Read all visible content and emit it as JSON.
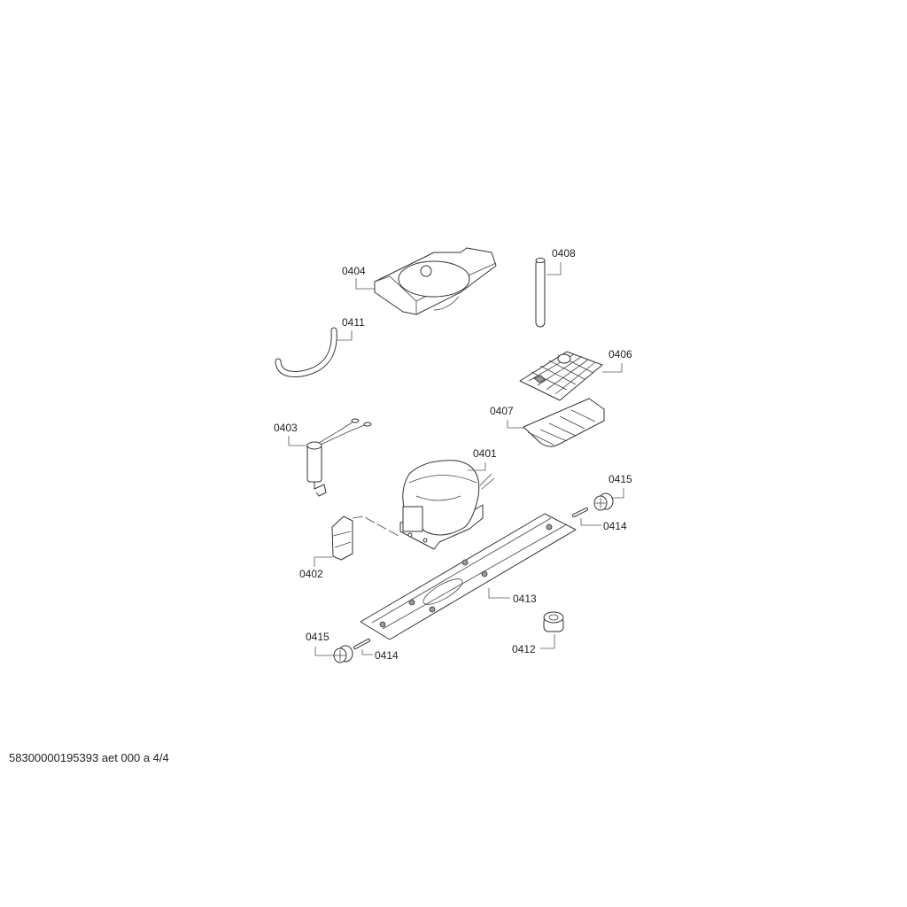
{
  "labels": {
    "p0401": "0401",
    "p0402": "0402",
    "p0403": "0403",
    "p0404": "0404",
    "p0406": "0406",
    "p0407": "0407",
    "p0408": "0408",
    "p0411": "0411",
    "p0412": "0412",
    "p0413": "0413",
    "p0414a": "0414",
    "p0414b": "0414",
    "p0415a": "0415",
    "p0415b": "0415"
  },
  "footer": "58300000195393 aet 000 a 4/4"
}
